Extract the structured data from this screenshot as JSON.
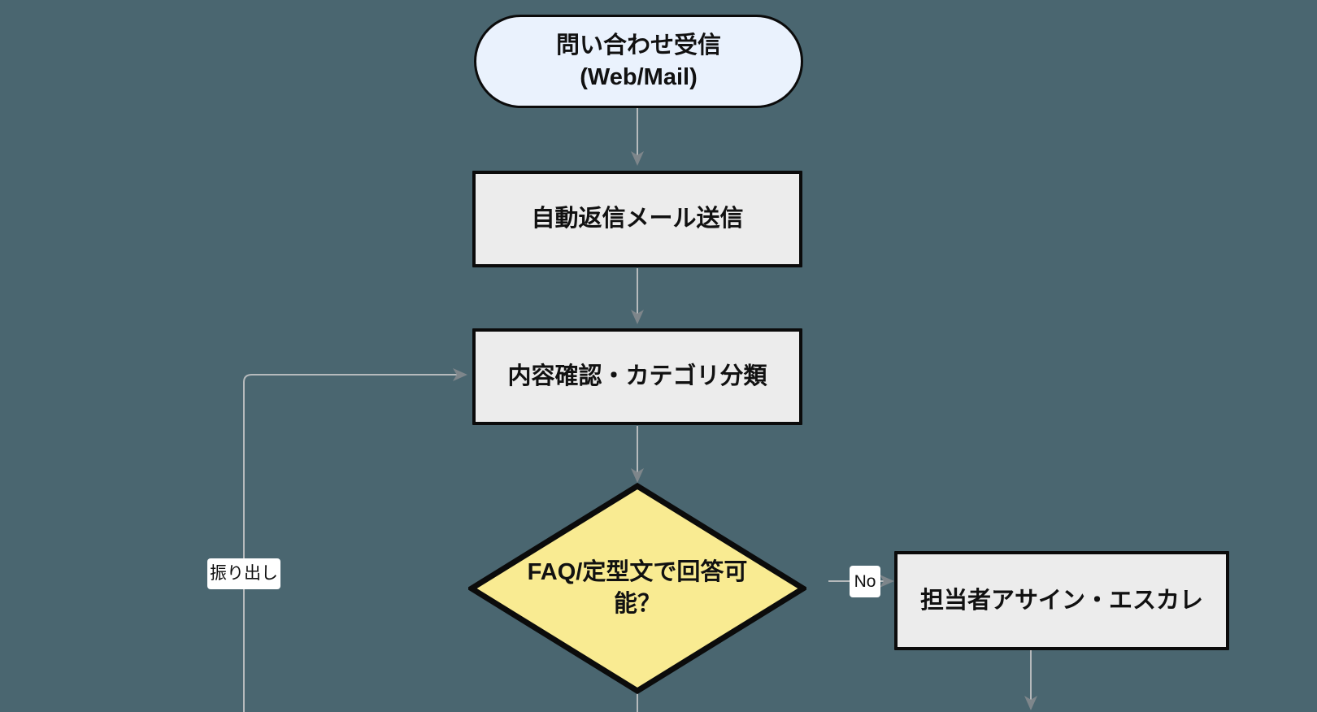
{
  "diagram": {
    "type": "flowchart",
    "direction": "top-to-bottom",
    "background_color": "#4a6670",
    "title": "",
    "nodes": [
      {
        "id": "start",
        "shape": "stadium",
        "label": "問い合わせ受信\n(Web/Mail)",
        "line1": "問い合わせ受信",
        "line2": "(Web/Mail)",
        "fill": "#eaf2fd",
        "stroke": "#0b0b0b"
      },
      {
        "id": "auto_reply",
        "shape": "rectangle",
        "label": "自動返信メール送信",
        "fill": "#ececec",
        "stroke": "#0b0b0b"
      },
      {
        "id": "classify",
        "shape": "rectangle",
        "label": "内容確認・カテゴリ分類",
        "fill": "#ececec",
        "stroke": "#0b0b0b"
      },
      {
        "id": "faq_decision",
        "shape": "diamond",
        "label": "FAQ/定型文で回答可能？",
        "fill": "#f9eb92",
        "stroke": "#0b0b0b"
      },
      {
        "id": "escalate",
        "shape": "rectangle",
        "label": "担当者アサイン・エスカレ",
        "fill": "#ececec",
        "stroke": "#0b0b0b"
      }
    ],
    "edges": [
      {
        "id": "e1",
        "from": "start",
        "to": "auto_reply",
        "label": ""
      },
      {
        "id": "e2",
        "from": "auto_reply",
        "to": "classify",
        "label": ""
      },
      {
        "id": "e3",
        "from": "classify",
        "to": "faq_decision",
        "label": ""
      },
      {
        "id": "e4",
        "from": "faq_decision",
        "to": "escalate",
        "label": "No"
      },
      {
        "id": "e5",
        "from": "loop_source",
        "to": "classify",
        "label": "振り出し"
      },
      {
        "id": "e6",
        "from": "faq_decision",
        "to": "offscreen_below",
        "label": ""
      },
      {
        "id": "e7",
        "from": "escalate",
        "to": "offscreen_below",
        "label": ""
      }
    ],
    "edge_labels": {
      "no": "No",
      "loop_back": "振り出し"
    },
    "edge_color": "#9aa0a3"
  }
}
